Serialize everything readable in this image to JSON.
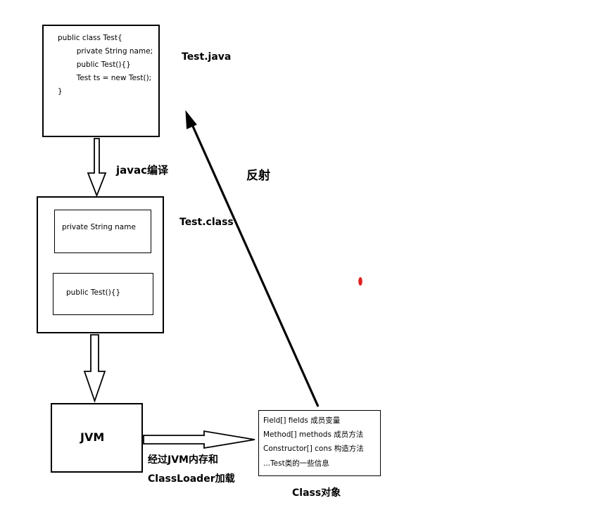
{
  "source_box": {
    "lines": [
      "public class Test{",
      "        private String name;",
      "        public Test(){}",
      "        Test ts = new Test();",
      "}"
    ],
    "file_label": "Test.java"
  },
  "compile_label": "javac编译",
  "class_file": {
    "label": "Test.class",
    "field_item": "private String name",
    "constructor_item": "public Test(){}"
  },
  "jvm": {
    "label": "JVM",
    "load_label_line1": "经过JVM内存和",
    "load_label_line2": "ClassLoader加载"
  },
  "class_object": {
    "items": [
      "Field[] fields 成员变量",
      "Method[] methods 成员方法",
      "Constructor[] cons 构造方法",
      "...Test类的一些信息"
    ],
    "label": "Class对象"
  },
  "reflection_label": "反射",
  "colors": {
    "stroke": "#000000",
    "dot": "#e02020"
  }
}
